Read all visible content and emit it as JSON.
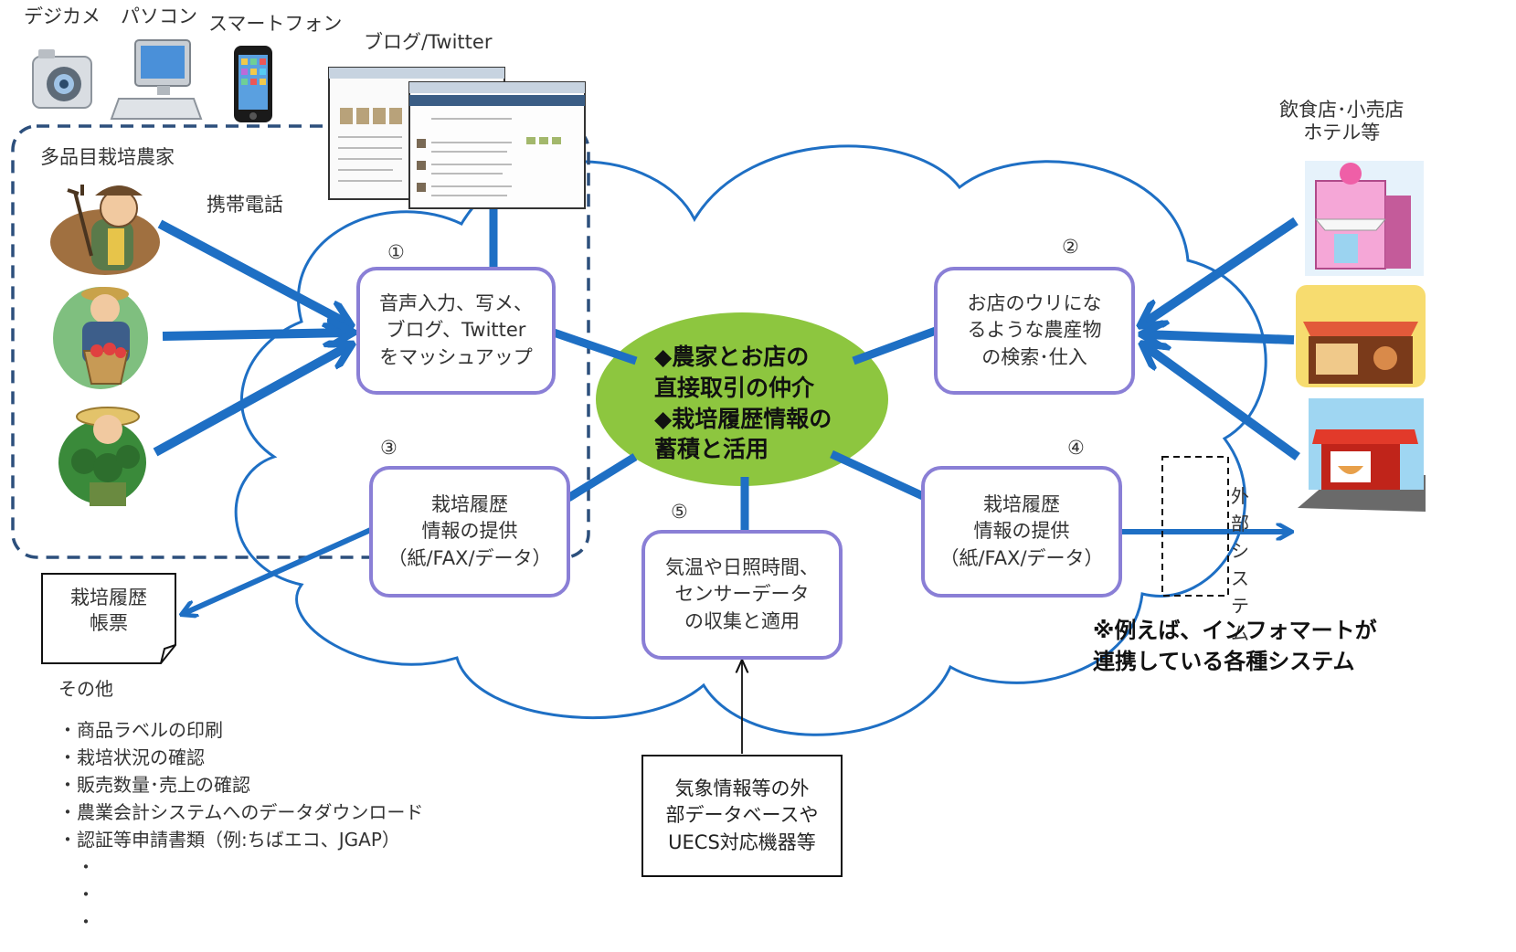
{
  "devices": {
    "camera": "デジカメ",
    "pc": "パソコン",
    "smartphone": "スマートフォン",
    "blog": "ブログ/Twitter",
    "mobile_phone": "携帯電話"
  },
  "farmer_group": {
    "title": "多品目栽培農家"
  },
  "shops": {
    "title": "飲食店･小売店\nホテル等"
  },
  "center": {
    "text": "◆農家とお店の\n 直接取引の仲介\n◆栽培履歴情報の\n 蓄積と活用"
  },
  "functions": [
    {
      "num": "①",
      "text": "音声入力、写メ、\nブログ、Twitter\nをマッシュアップ"
    },
    {
      "num": "②",
      "text": "お店のウリにな\nるような農産物\nの検索･仕入"
    },
    {
      "num": "③",
      "text": "栽培履歴\n情報の提供\n（紙/FAX/データ）"
    },
    {
      "num": "④",
      "text": "栽培履歴\n情報の提供\n（紙/FAX/データ）"
    },
    {
      "num": "⑤",
      "text": "気温や日照時間、\nセンサーデータ\nの収集と適用"
    }
  ],
  "record_doc": {
    "text": "栽培履歴\n帳票"
  },
  "external_db": {
    "text": "気象情報等の外\n部データベースや\nUECS対応機器等"
  },
  "external_system": {
    "chars": [
      "外",
      "部",
      "シ",
      "ス",
      "テ",
      "ム"
    ]
  },
  "infomart_note": {
    "text": "※例えば、インフォマートが\n 連携している各種システム"
  },
  "others": {
    "title": "その他",
    "items": [
      "・商品ラベルの印刷",
      "・栽培状況の確認",
      "・販売数量･売上の確認",
      "・農業会計システムへのデータダウンロード",
      "・認証等申請書類（例:ちばエコ、JGAP）",
      "　・",
      "　・",
      "　・"
    ]
  },
  "colors": {
    "arrow": "#1e6fc4",
    "box_border": "#8a7fd6",
    "center_fill": "#8dc63f",
    "cloud_stroke": "#1e6fc4",
    "dashed_border": "#2c4f7c"
  }
}
